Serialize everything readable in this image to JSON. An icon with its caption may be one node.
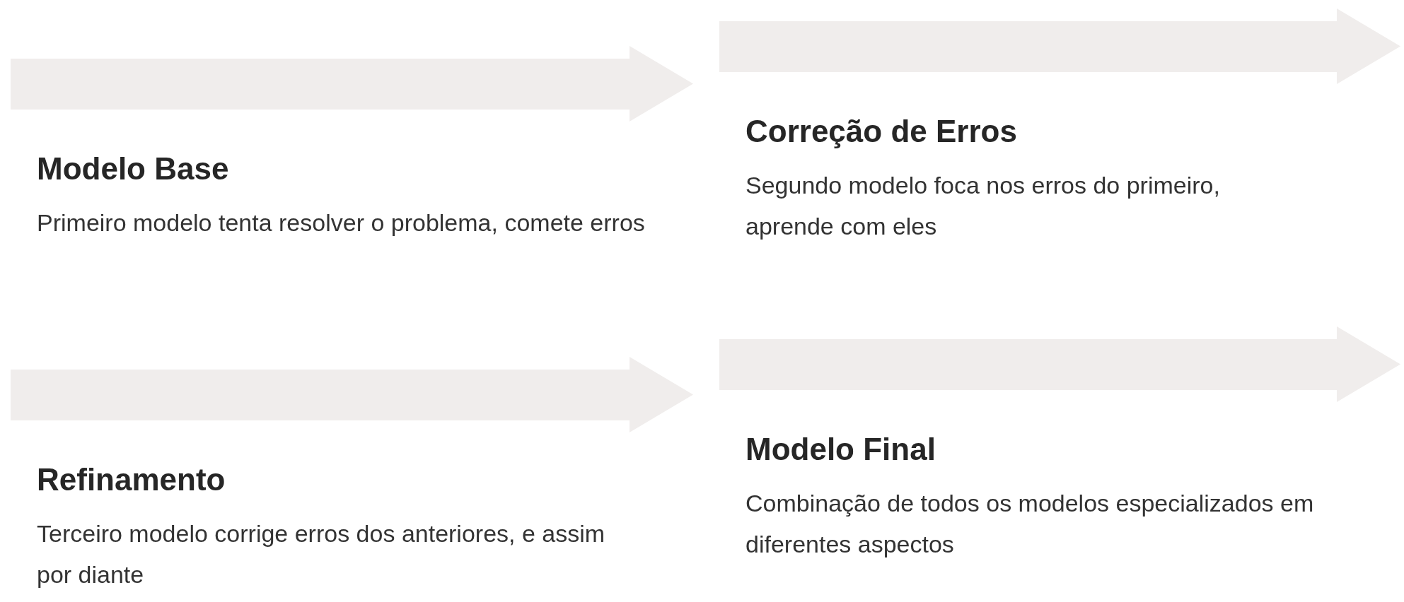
{
  "diagram": {
    "nodes": [
      {
        "text": [
          "Modelo Base",
          "Primeiro modelo tenta resolver o problema, comete erros"
        ]
      },
      {
        "text": [
          "Correção de Erros",
          "Segundo modelo foca nos erros do primeiro, aprende com eles"
        ]
      },
      {
        "text": [
          "Refinamento",
          "Terceiro modelo corrige erros dos anteriores, e assim por diante"
        ]
      },
      {
        "text": [
          "Modelo Final",
          "Combinação de todos os modelos especializados em diferentes aspectos"
        ]
      }
    ]
  }
}
